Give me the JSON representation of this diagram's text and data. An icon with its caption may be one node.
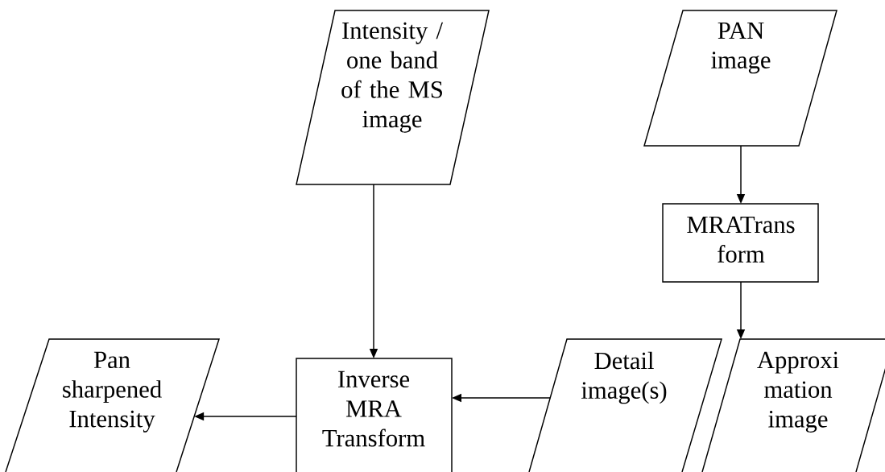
{
  "diagram": {
    "nodes": [
      {
        "text": [
          "Intensity / one band of the MS image"
        ]
      },
      {
        "text": [
          "PAN image"
        ]
      },
      {
        "text": [
          "MRATrans form"
        ]
      },
      {
        "text": [
          "Pan sharpened Intensity"
        ]
      },
      {
        "text": [
          "Inverse MRA Transform"
        ]
      },
      {
        "text": [
          "Detail image(s)"
        ]
      },
      {
        "text": [
          "Approxi mation image"
        ]
      }
    ],
    "edges": [
      {
        "from": 1,
        "to": 2,
        "arrow": "to"
      },
      {
        "from": 2,
        "to": 6,
        "arrow": "to"
      },
      {
        "from": 0,
        "to": 4,
        "arrow": "to"
      },
      {
        "from": 5,
        "to": 4,
        "arrow": "to"
      },
      {
        "from": 4,
        "to": 3,
        "arrow": "to"
      }
    ]
  }
}
